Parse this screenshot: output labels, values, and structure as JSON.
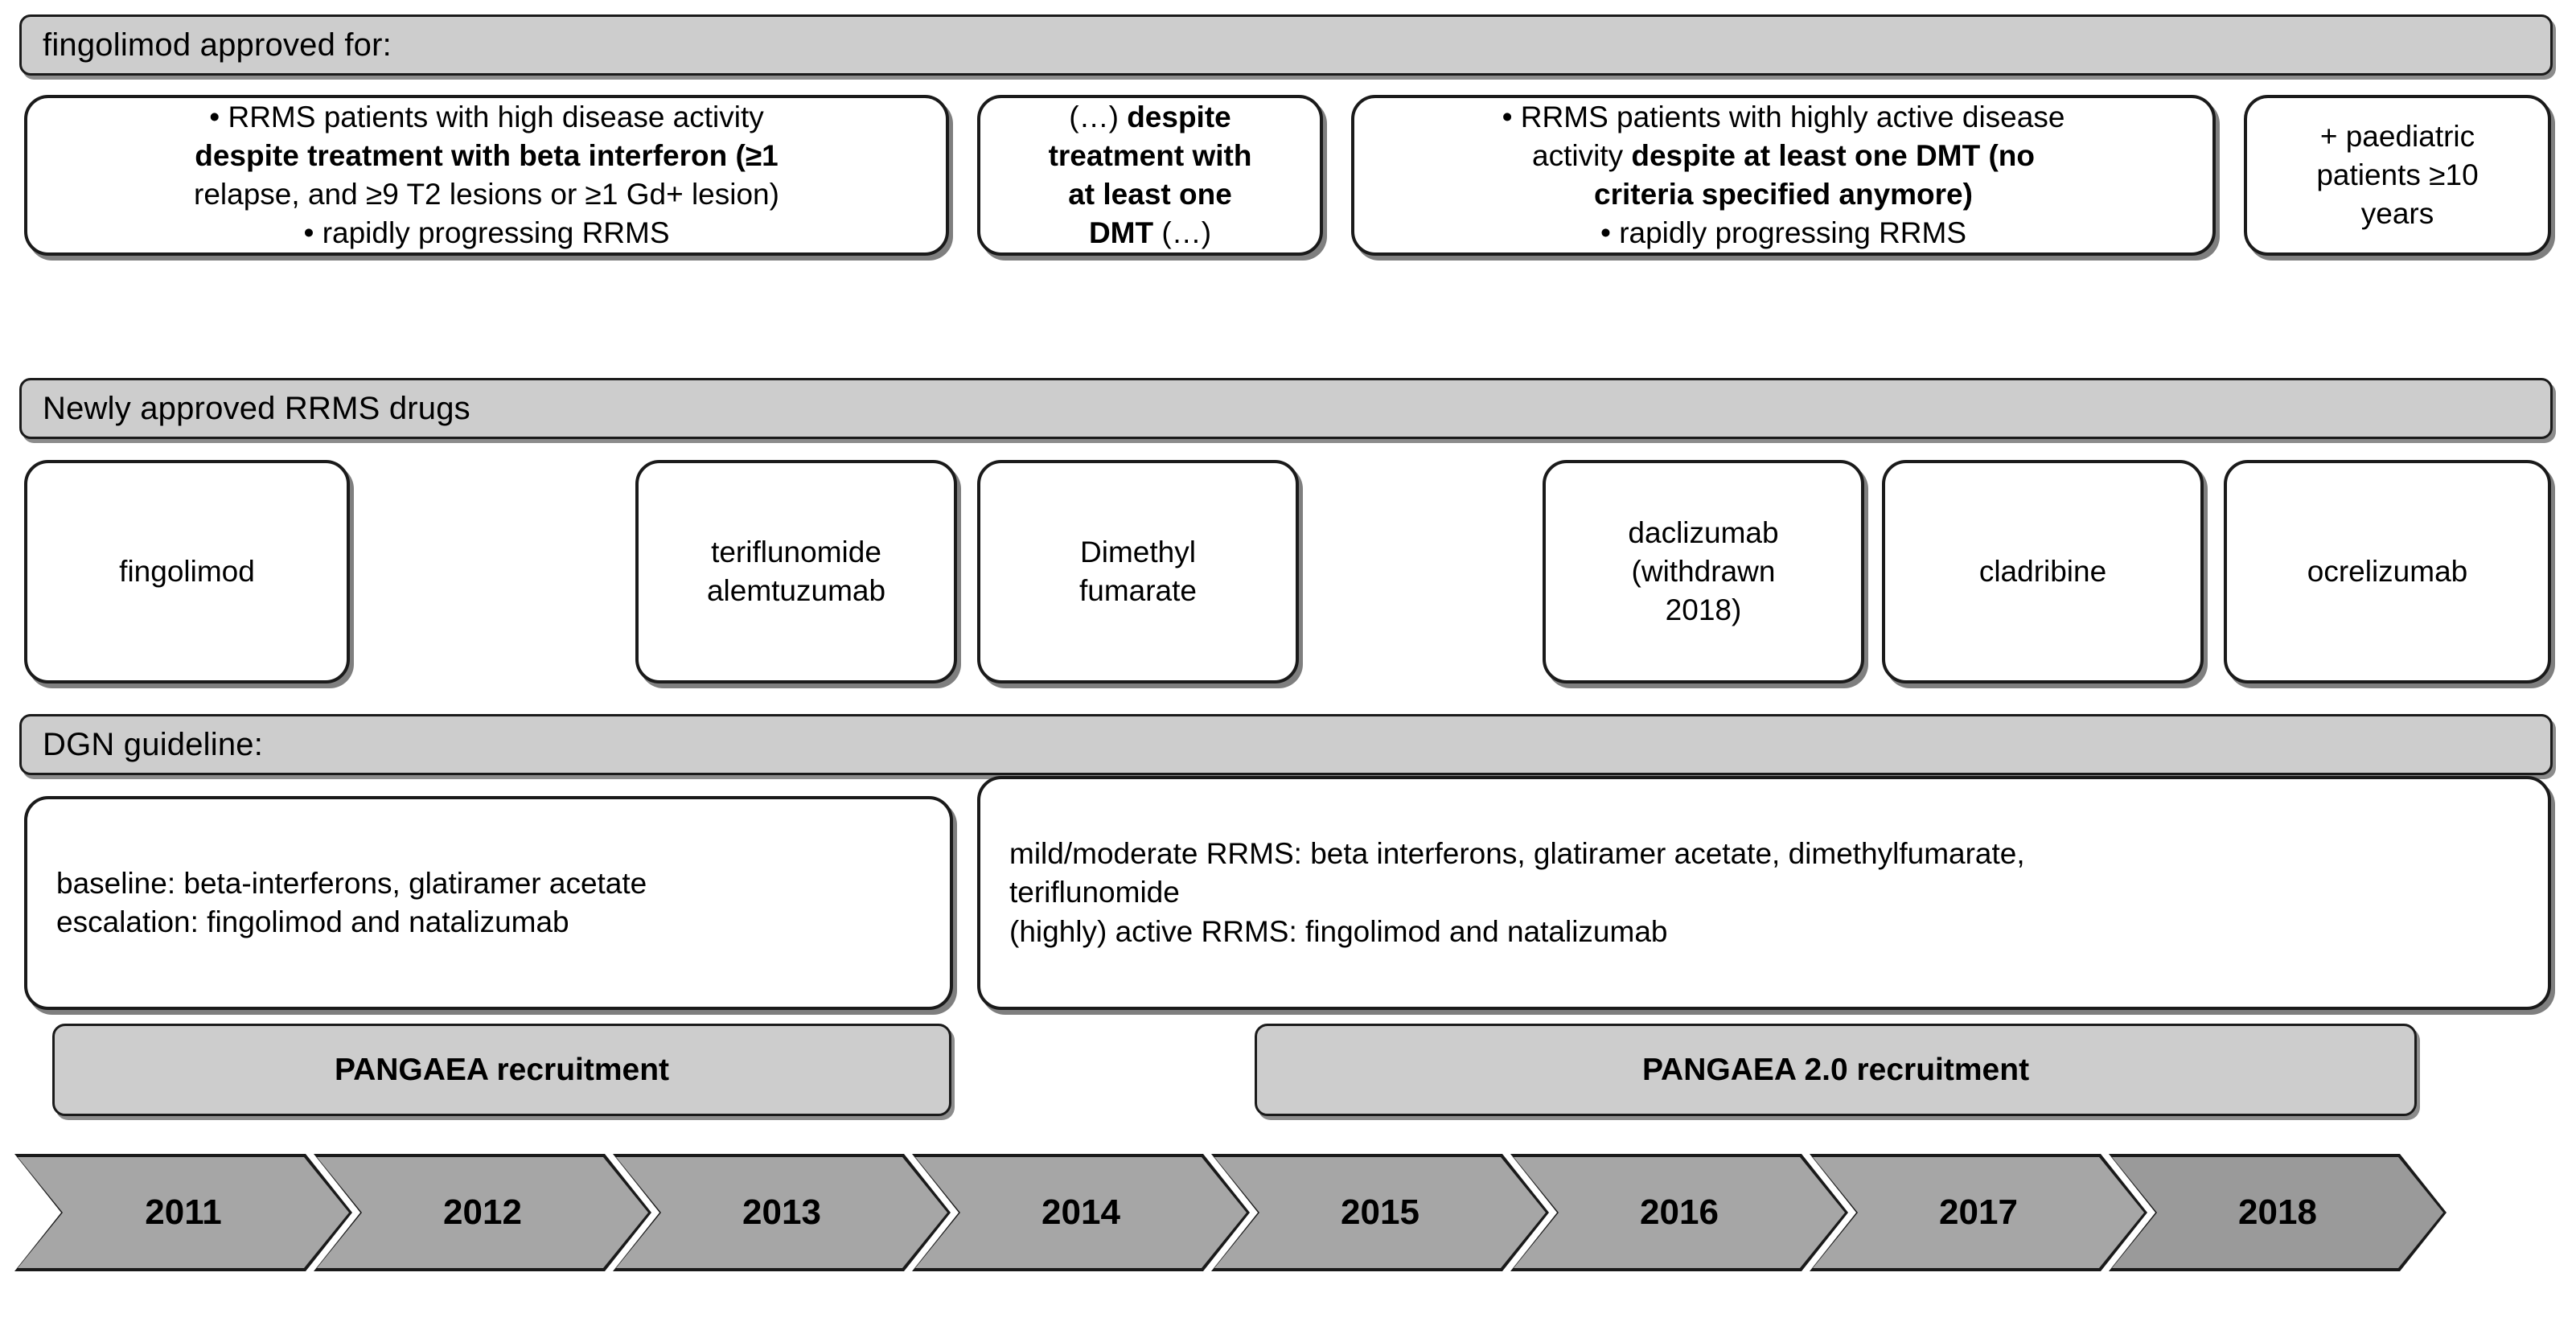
{
  "sections": [
    {
      "header": "fingolimod approved for:",
      "cards": [
        {
          "name": "approval-2011",
          "lines": [
            {
              "text": "•   RRMS patients with high disease activity",
              "bold": false
            },
            {
              "text": "despite treatment with beta interferon (≥1",
              "bold": true
            },
            {
              "text": "relapse, and ≥9 T2 lesions or ≥1 Gd+ lesion)",
              "bold": false
            },
            {
              "text": "•   rapidly progressing RRMS",
              "bold": false
            }
          ]
        },
        {
          "name": "approval-2014",
          "lines": [
            {
              "text": "(…) despite",
              "bold": "mixed-1"
            },
            {
              "text": "treatment with",
              "bold": true
            },
            {
              "text": "at least one",
              "bold": true
            },
            {
              "text": "DMT (…)",
              "bold": "mixed-2"
            }
          ]
        },
        {
          "name": "approval-2015",
          "lines": [
            {
              "text": "•  RRMS patients with highly active disease",
              "bold": false
            },
            {
              "text": "activity despite at least one DMT (no",
              "bold": "mixed-3"
            },
            {
              "text": "criteria specified anymore)",
              "bold": true
            },
            {
              "text": "•   rapidly progressing RRMS",
              "bold": false
            }
          ]
        },
        {
          "name": "approval-2018",
          "lines": [
            {
              "text": "+ paediatric",
              "bold": false
            },
            {
              "text": "patients ≥10",
              "bold": false
            },
            {
              "text": "years",
              "bold": false
            }
          ]
        }
      ]
    },
    {
      "header": "Newly approved RRMS drugs",
      "drugs": [
        {
          "name": "fingolimod",
          "lines": [
            "fingolimod"
          ]
        },
        {
          "name": "teriflunomide-alemtuzumab",
          "lines": [
            "teriflunomide",
            "alemtuzumab"
          ]
        },
        {
          "name": "dimethyl-fumarate",
          "lines": [
            "Dimethyl",
            "fumarate"
          ]
        },
        {
          "name": "daclizumab",
          "lines": [
            "daclizumab",
            "(withdrawn",
            "2018)"
          ]
        },
        {
          "name": "cladribine",
          "lines": [
            "cladribine"
          ]
        },
        {
          "name": "ocrelizumab",
          "lines": [
            "ocrelizumab"
          ]
        }
      ]
    },
    {
      "header": "DGN guideline:",
      "guidelines": [
        {
          "name": "guideline-early",
          "lines": [
            "baseline: beta-interferons, glatiramer acetate",
            "escalation: fingolimod and natalizumab"
          ]
        },
        {
          "name": "guideline-later",
          "lines": [
            "mild/moderate RRMS: beta interferons, glatiramer acetate, dimethylfumarate,",
            "teriflunomide",
            "(highly) active RRMS: fingolimod and natalizumab"
          ]
        }
      ]
    }
  ],
  "recruitment": [
    {
      "name": "pangaea-recruitment",
      "label": "PANGAEA recruitment"
    },
    {
      "name": "pangaea-2-recruitment",
      "label": "PANGAEA 2.0 recruitment"
    }
  ],
  "timeline": {
    "years": [
      "2011",
      "2012",
      "2013",
      "2014",
      "2015",
      "2016",
      "2017",
      "2018"
    ]
  },
  "colors": {
    "band_fill": "#cdcdcd",
    "card_fill": "#ffffff",
    "chevron_fill": "#a6a6a6",
    "chevron_fill_last": "#9a9a9a",
    "outline": "#1a1a1a",
    "text": "#000000"
  }
}
